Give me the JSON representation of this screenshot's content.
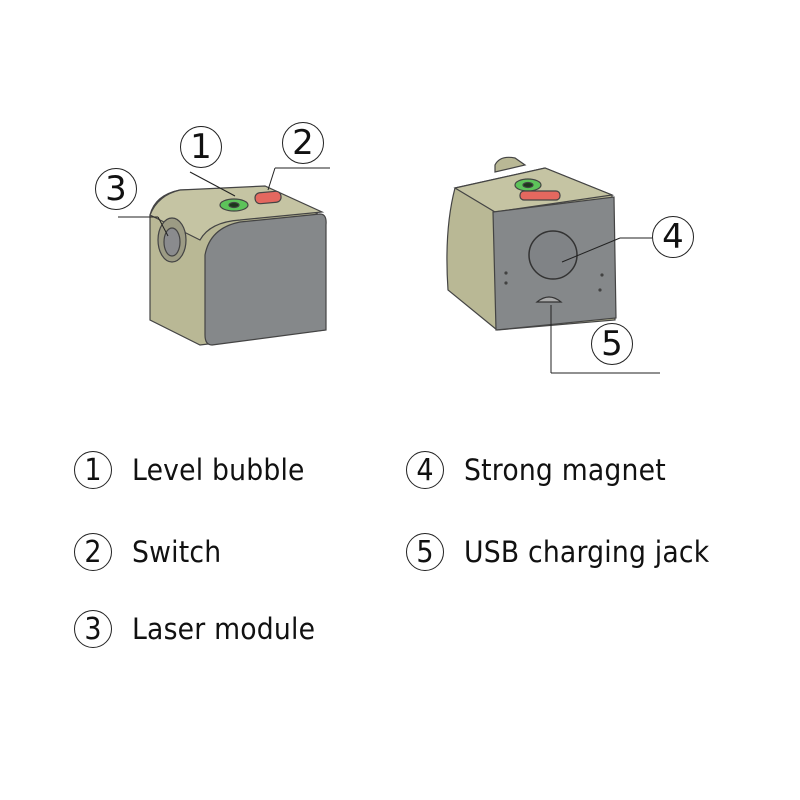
{
  "diagram": {
    "views": [
      "front-left view",
      "rear view"
    ],
    "colors": {
      "body_side": "#b9b895",
      "body_face": "#85888a",
      "level_bubble": "#5dc35a",
      "switch": "#e4685f",
      "outline": "#444444"
    },
    "callouts": [
      {
        "n": "1"
      },
      {
        "n": "2"
      },
      {
        "n": "3"
      },
      {
        "n": "4"
      },
      {
        "n": "5"
      }
    ]
  },
  "legend": [
    {
      "num": "1",
      "label": "Level bubble"
    },
    {
      "num": "2",
      "label": "Switch"
    },
    {
      "num": "3",
      "label": "Laser module"
    },
    {
      "num": "4",
      "label": "Strong magnet"
    },
    {
      "num": "5",
      "label": "USB charging jack"
    }
  ]
}
